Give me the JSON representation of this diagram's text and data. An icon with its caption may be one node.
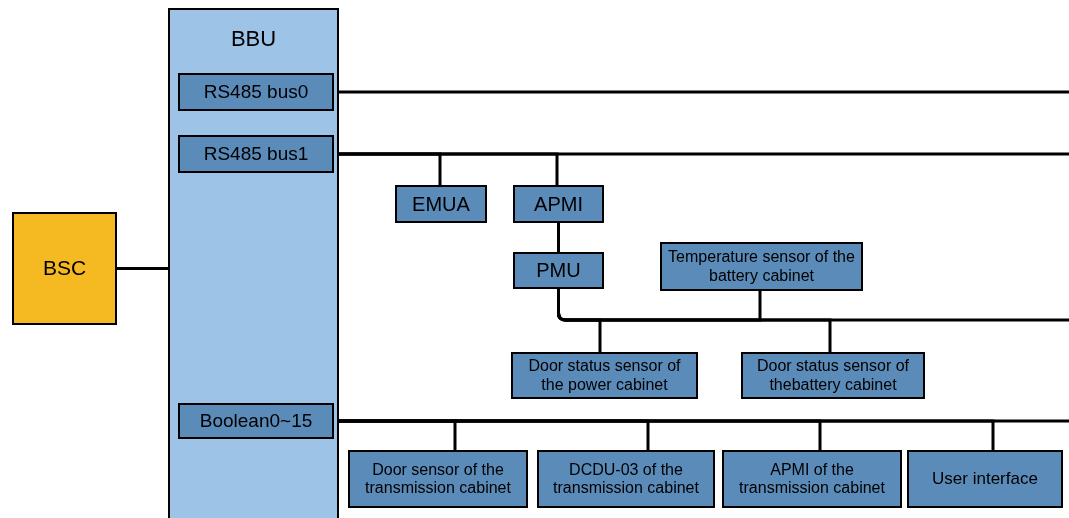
{
  "diagram": {
    "nodes": [
      {
        "text": [
          "BSC"
        ]
      },
      {
        "text": [
          "BBU"
        ]
      },
      {
        "text": [
          "RS485 bus0"
        ],
        "in": 1
      },
      {
        "text": [
          "RS485 bus1"
        ],
        "in": 1
      },
      {
        "text": [
          "Boolean0~15"
        ],
        "in": 1
      },
      {
        "text": [
          "EMUA"
        ]
      },
      {
        "text": [
          "APMI"
        ]
      },
      {
        "text": [
          "PMU"
        ]
      },
      {
        "text": [
          "Temperature sensor of the battery cabinet"
        ]
      },
      {
        "text": [
          "Door status sensor of the power cabinet"
        ]
      },
      {
        "text": [
          "Door status sensor of thebattery cabinet"
        ]
      },
      {
        "text": [
          "Door sensor of the transmission cabinet"
        ]
      },
      {
        "text": [
          "DCDU-03 of the transmission cabinet"
        ]
      },
      {
        "text": [
          "APMI of the transmission cabinet"
        ]
      },
      {
        "text": [
          "User interface"
        ]
      }
    ],
    "edges": [
      {
        "from": 0,
        "to": 1,
        "arrow": "none"
      },
      {
        "from": 2,
        "to": null,
        "arrow": "none"
      },
      {
        "from": 3,
        "to": 5,
        "arrow": "none"
      },
      {
        "from": 3,
        "to": 6,
        "arrow": "none"
      },
      {
        "from": 3,
        "to": null,
        "arrow": "none"
      },
      {
        "from": 6,
        "to": 7,
        "arrow": "none"
      },
      {
        "from": 7,
        "to": 8,
        "arrow": "none"
      },
      {
        "from": 7,
        "to": 9,
        "arrow": "none"
      },
      {
        "from": 7,
        "to": 10,
        "arrow": "none"
      },
      {
        "from": 7,
        "to": null,
        "arrow": "none"
      },
      {
        "from": 4,
        "to": 11,
        "arrow": "none"
      },
      {
        "from": 4,
        "to": 12,
        "arrow": "none"
      },
      {
        "from": 4,
        "to": 13,
        "arrow": "none"
      },
      {
        "from": 4,
        "to": 14,
        "arrow": "none"
      },
      {
        "from": 4,
        "to": null,
        "arrow": "none"
      }
    ]
  }
}
